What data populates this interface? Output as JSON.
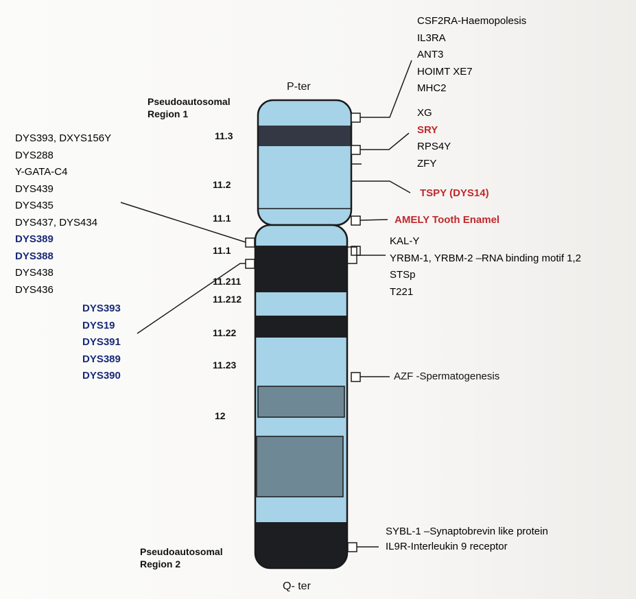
{
  "colors": {
    "light_band": "#a6d3e8",
    "dark_band": "#1d1e22",
    "darkgray_band": "#333844",
    "gray_band": "#6f8896",
    "outline": "#1a1a1a",
    "red_label": "#c0282d",
    "blue_label": "#1a2a78"
  },
  "ends": {
    "p_ter": "P-ter",
    "q_ter": "Q- ter"
  },
  "regions": {
    "par1": "Pseudoautosomal\nRegion 1",
    "par2": "Pseudoautosomal\nRegion 2"
  },
  "bands": [
    "11.3",
    "11.2",
    "11.1",
    "11.1",
    "11.211",
    "11.212",
    "11.22",
    "11.23",
    "12"
  ],
  "left_markers_top": [
    "DYS393, DXYS156Y",
    "DYS288",
    "Y-GATA-C4",
    "DYS439",
    "DYS435",
    "DYS437, DYS434",
    "DYS389",
    "DYS388",
    "DYS438",
    "DYS436"
  ],
  "left_markers_blue": [
    "DYS393",
    "DYS19",
    "DYS391",
    "DYS389",
    "DYS390"
  ],
  "right_genes_top": [
    "CSF2RA-Haemopolesis",
    "IL3RA",
    "ANT3",
    "HOIMT XE7",
    "MHC2",
    "XG",
    "SRY",
    "RPS4Y",
    "ZFY"
  ],
  "tspy": "TSPY (DYS14)",
  "amely": "AMELY Tooth Enamel",
  "right_genes_mid": [
    "KAL-Y",
    "YRBM-1, YRBM-2 –RNA binding motif 1,2",
    "STSp",
    "T221"
  ],
  "azf": "AZF -Spermatogenesis",
  "right_genes_bottom": [
    "SYBL-1 –Synaptobrevin like protein",
    "IL9R-Interleukin 9 receptor"
  ]
}
